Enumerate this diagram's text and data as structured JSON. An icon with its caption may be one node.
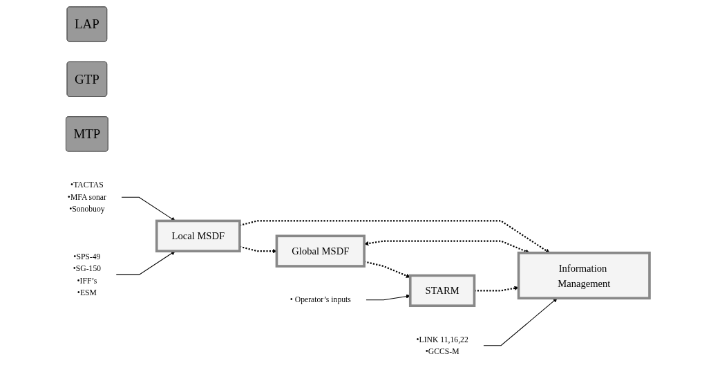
{
  "diagram": {
    "nodes": [
      {
        "text": [
          "LAP"
        ]
      },
      {
        "text": [
          "GTP"
        ]
      },
      {
        "text": [
          "MTP"
        ]
      },
      {
        "text": [
          "•TACTAS",
          "•MFA sonar",
          "•Sonobuoy"
        ]
      },
      {
        "text": [
          "•SPS-49",
          "•SG-150",
          "•IFF’s",
          "•ESM"
        ]
      },
      {
        "text": [
          "Local MSDF"
        ]
      },
      {
        "text": [
          "Global MSDF"
        ]
      },
      {
        "text": [
          "STARM"
        ]
      },
      {
        "text": [
          "• Operator’s inputs"
        ]
      },
      {
        "text": [
          "Information Management"
        ]
      },
      {
        "text": [
          "•LINK 11,16,22",
          "•GCCS-M"
        ]
      }
    ],
    "edges": [
      {
        "from": 3,
        "to": 5,
        "arrow": "to"
      },
      {
        "from": 4,
        "to": 5,
        "arrow": "to"
      },
      {
        "from": 5,
        "to": 6,
        "arrow": "to",
        "style": "dashed"
      },
      {
        "from": 6,
        "to": 7,
        "arrow": "to",
        "style": "dashed"
      },
      {
        "from": 8,
        "to": 7,
        "arrow": "to"
      },
      {
        "from": 5,
        "to": 9,
        "arrow": "to",
        "style": "dashed"
      },
      {
        "from": 6,
        "to": 9,
        "arrow": "both",
        "style": "dashed"
      },
      {
        "from": 7,
        "to": 9,
        "arrow": "to",
        "style": "dashed"
      },
      {
        "from": 10,
        "to": 9,
        "arrow": "to"
      }
    ]
  }
}
